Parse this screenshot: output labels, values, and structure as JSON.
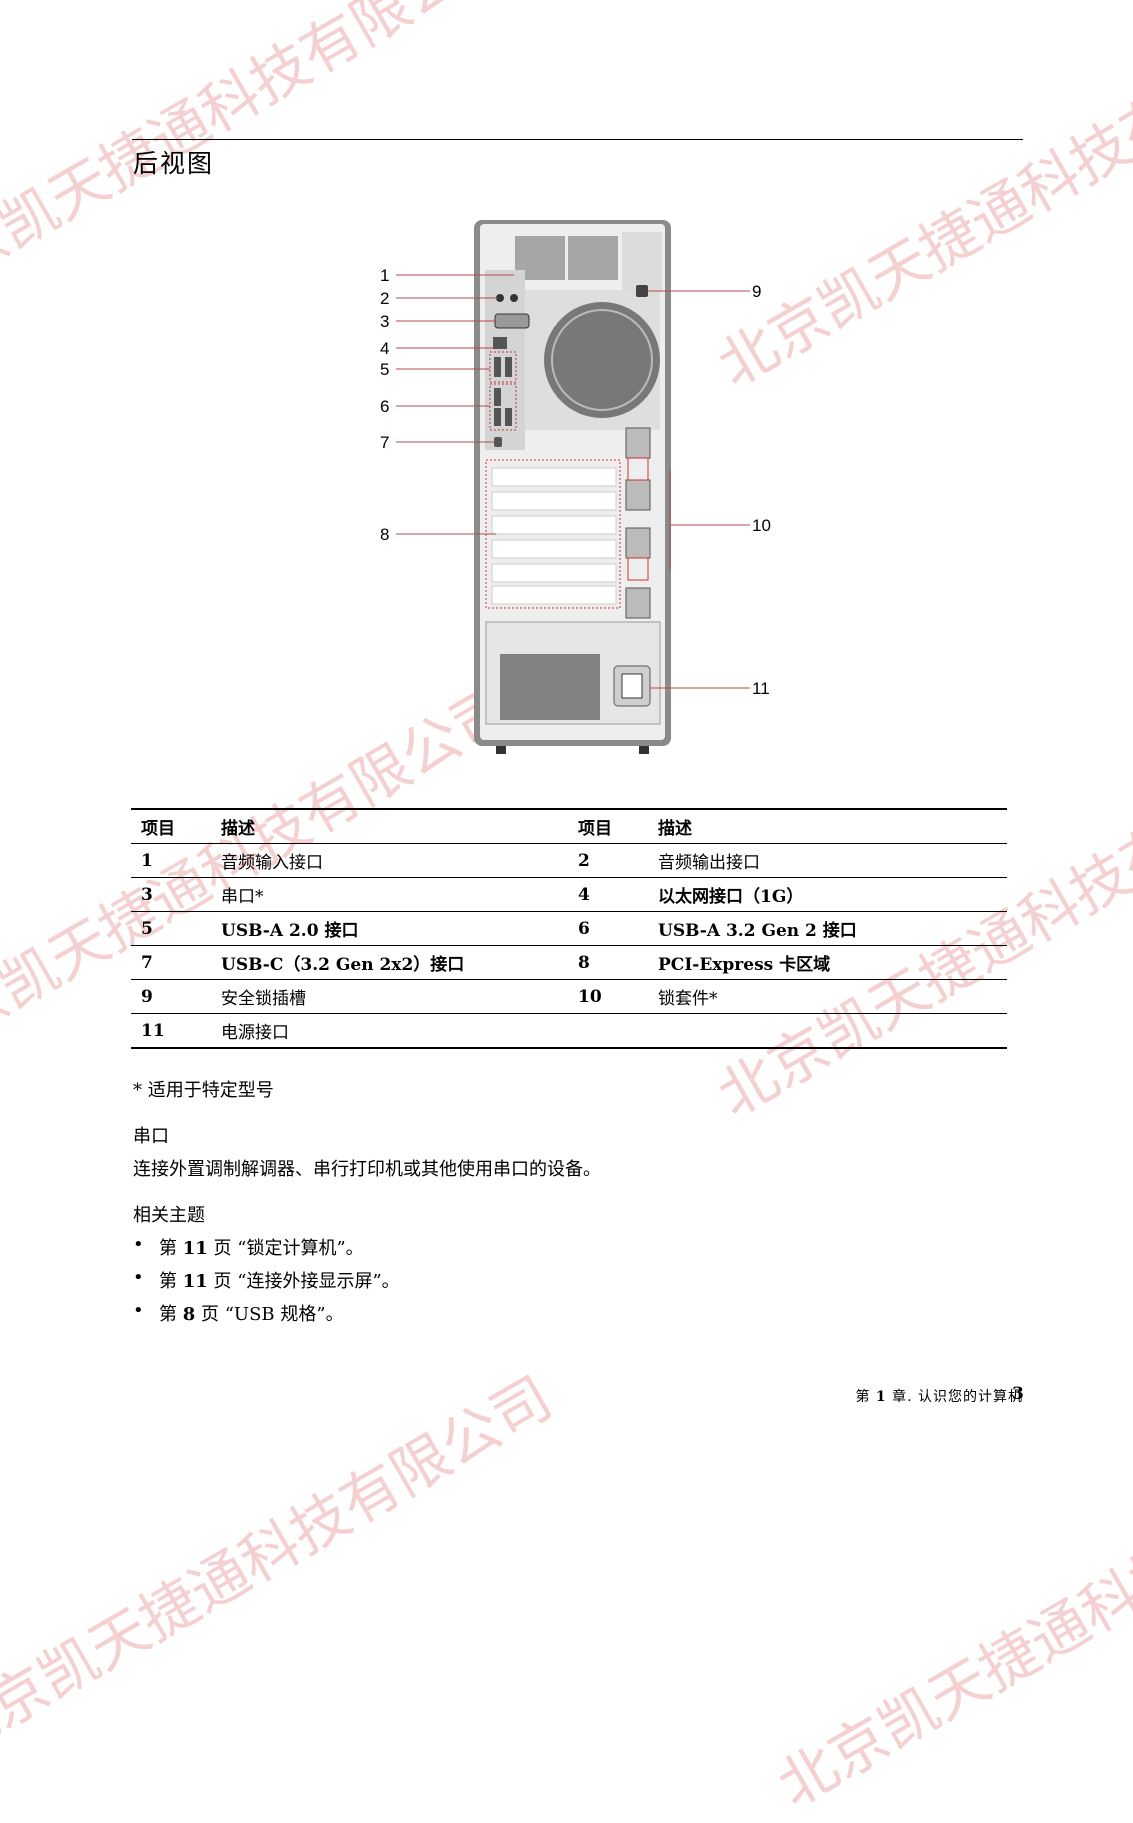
{
  "watermarks": [
    "北京凯天捷通科技有限公司",
    "北京凯天捷通科技有限公司",
    "北京凯天捷通科技有限公司",
    "北京凯天捷通科技有限公司",
    "北京凯天捷通科技有限公司",
    "北京凯天捷通科技有限公司"
  ],
  "page": {
    "title": "后视图"
  },
  "diagram": {
    "callouts": [
      "1",
      "2",
      "3",
      "4",
      "5",
      "6",
      "7",
      "8",
      "9",
      "10",
      "11"
    ]
  },
  "table": {
    "headers": [
      "项目",
      "描述",
      "项目",
      "描述"
    ],
    "rows": [
      [
        "1",
        "音频输入接口",
        "2",
        "音频输出接口"
      ],
      [
        "3",
        "串口*",
        "4",
        "以太网接口（1G）"
      ],
      [
        "5",
        "USB-A 2.0 接口",
        "6",
        "USB-A 3.2 Gen 2 接口"
      ],
      [
        "7",
        "USB-C（3.2 Gen 2x2）接口",
        "8",
        "PCI-Express 卡区域"
      ],
      [
        "9",
        "安全锁插槽",
        "10",
        "锁套件*"
      ],
      [
        "11",
        "电源接口",
        "",
        ""
      ]
    ]
  },
  "footnote": "* 适用于特定型号",
  "serial": {
    "heading": "串口",
    "text": "连接外置调制解调器、串行打印机或其他使用串口的设备。"
  },
  "related": {
    "heading": "相关主题",
    "items": [
      {
        "pre": "第",
        "page": "11",
        "post": "页 “锁定计算机”。"
      },
      {
        "pre": "第",
        "page": "11",
        "post": "页 “连接外接显示屏”。"
      },
      {
        "pre": "第",
        "page": "8",
        "post": "页 “USB 规格”。"
      }
    ]
  },
  "footer": {
    "chapter_pre": "第",
    "chapter_num": "1",
    "chapter_post": "章. 认识您的计算机",
    "page_number": "3"
  }
}
